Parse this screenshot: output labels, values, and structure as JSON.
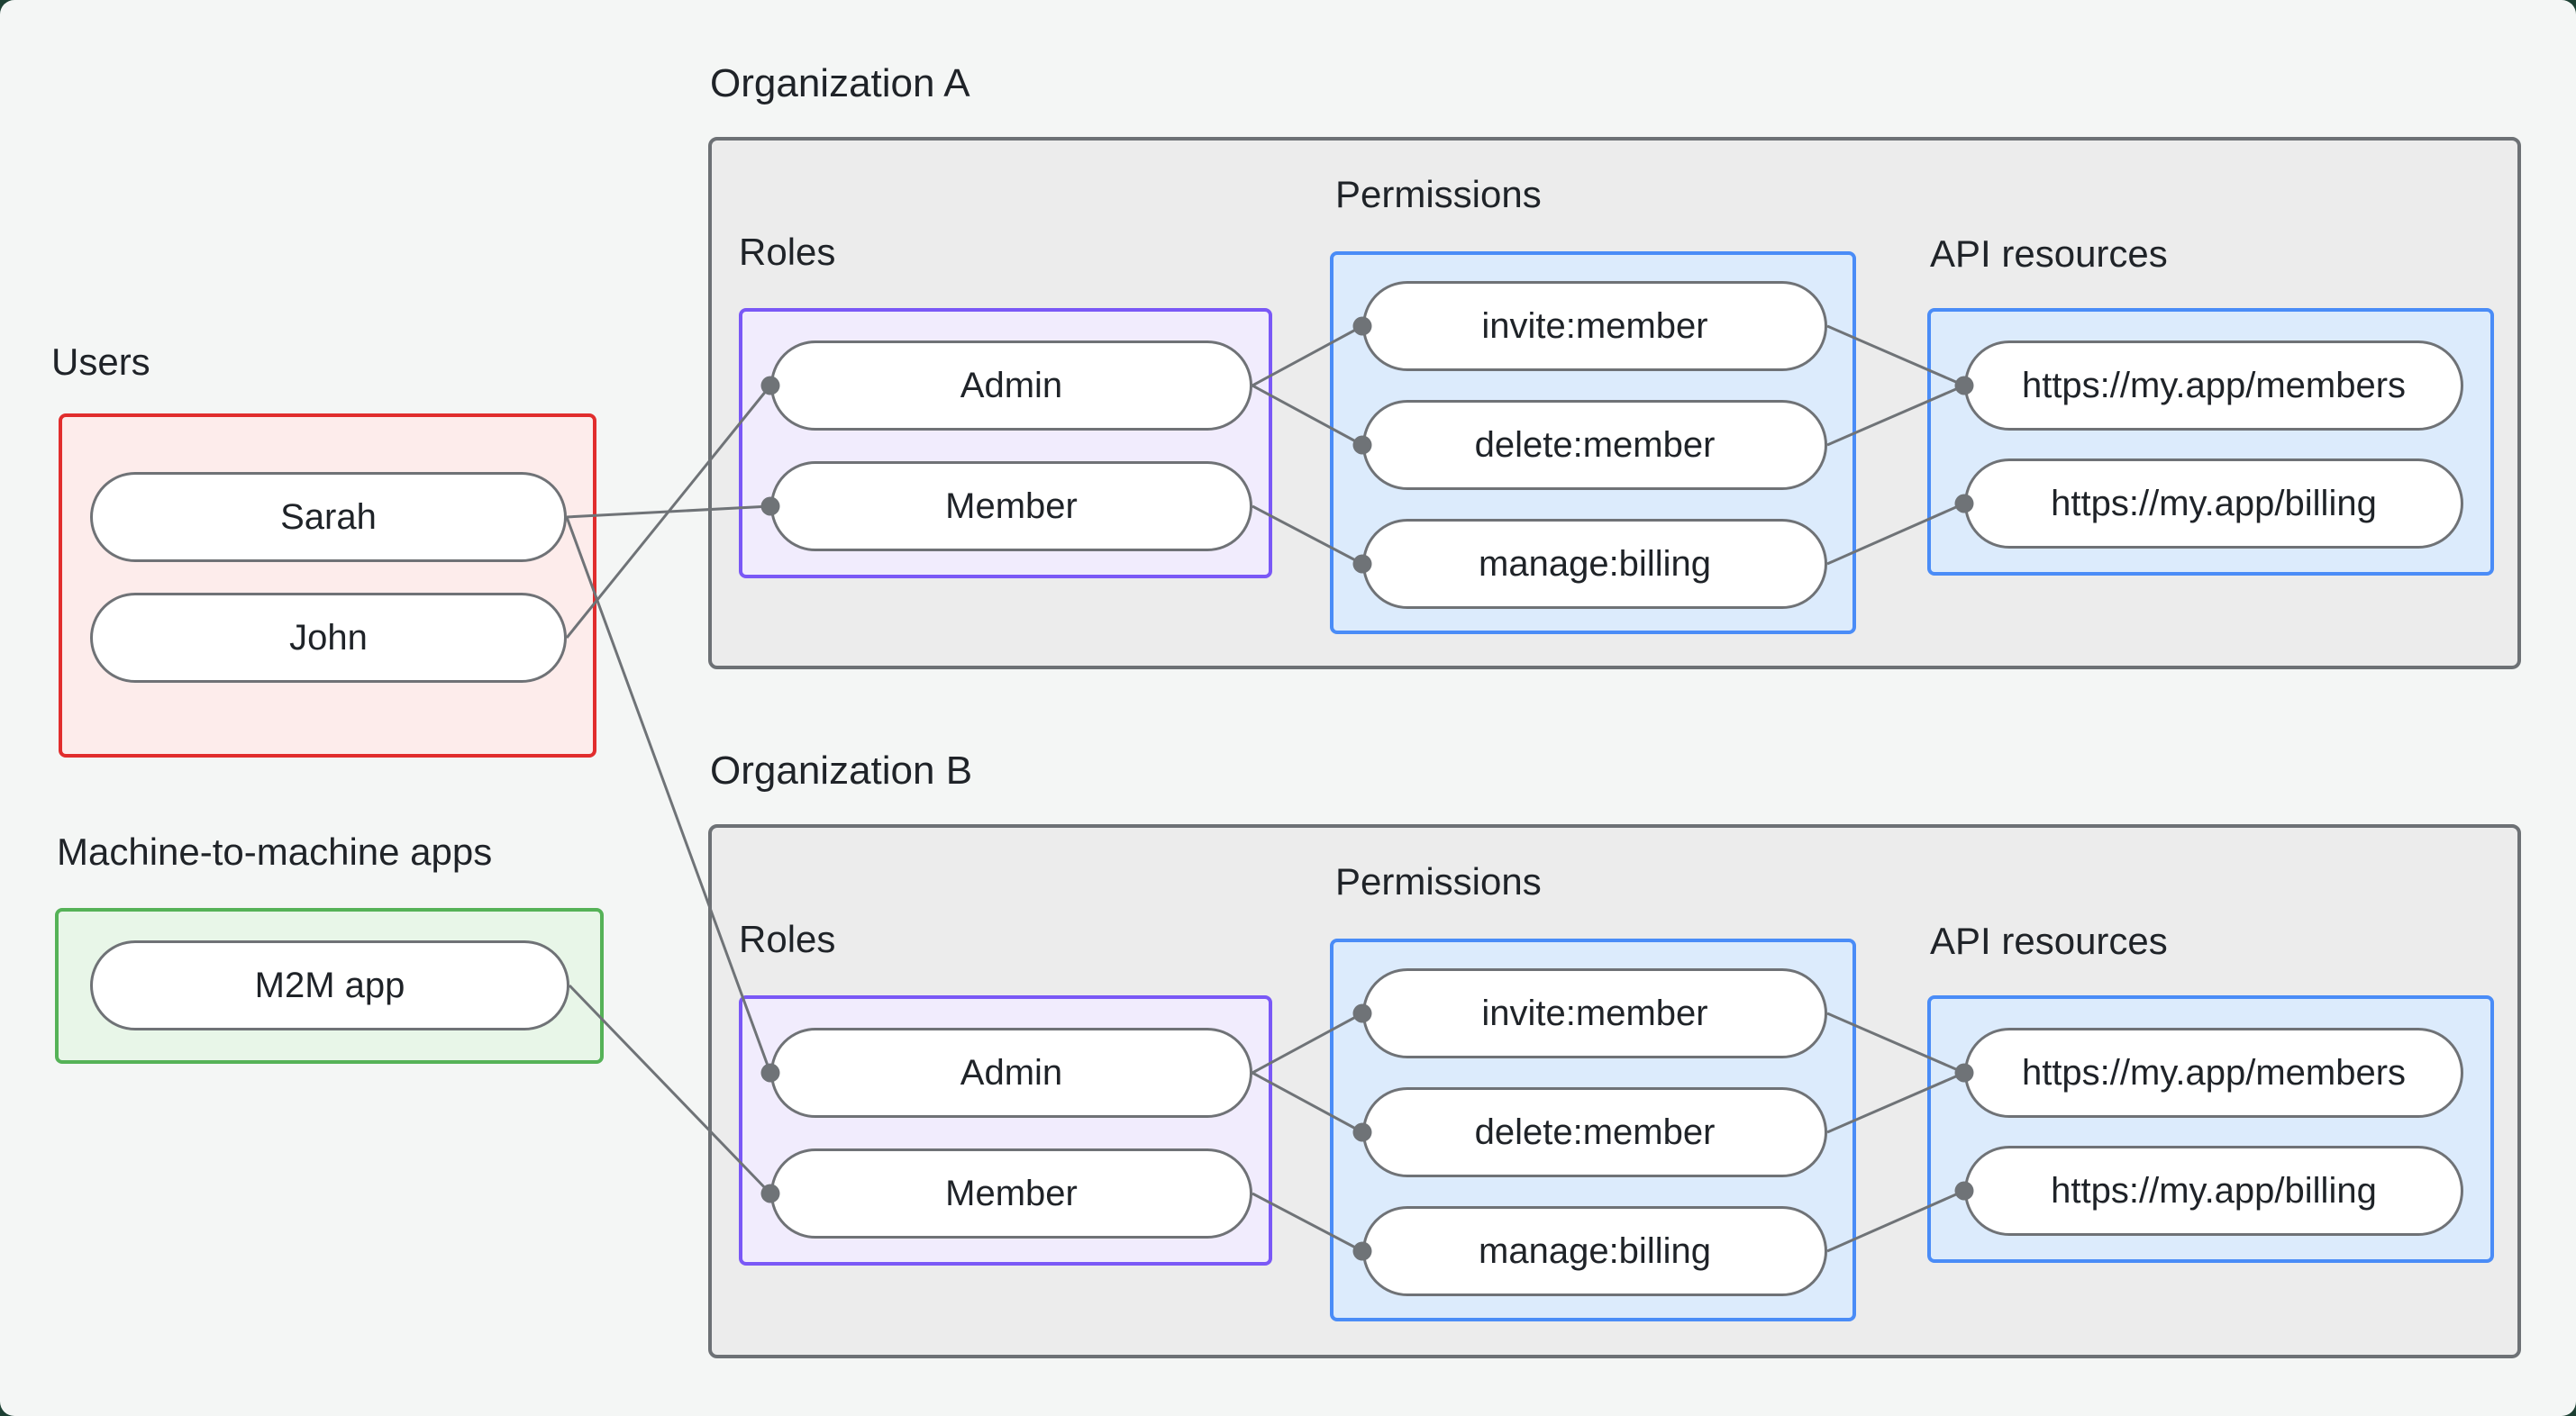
{
  "users": {
    "label": "Users",
    "items": [
      "Sarah",
      "John"
    ]
  },
  "m2m": {
    "label": "Machine-to-machine apps",
    "items": [
      "M2M app"
    ]
  },
  "orgA": {
    "title": "Organization A",
    "roles": {
      "label": "Roles",
      "items": [
        "Admin",
        "Member"
      ]
    },
    "permissions": {
      "label": "Permissions",
      "items": [
        "invite:member",
        "delete:member",
        "manage:billing"
      ]
    },
    "api": {
      "label": "API resources",
      "items": [
        "https://my.app/members",
        "https://my.app/billing"
      ]
    }
  },
  "orgB": {
    "title": "Organization B",
    "roles": {
      "label": "Roles",
      "items": [
        "Admin",
        "Member"
      ]
    },
    "permissions": {
      "label": "Permissions",
      "items": [
        "invite:member",
        "delete:member",
        "manage:billing"
      ]
    },
    "api": {
      "label": "API resources",
      "items": [
        "https://my.app/members",
        "https://my.app/billing"
      ]
    }
  },
  "edges": [
    {
      "from": "node-sarah",
      "to": "node-a-member"
    },
    {
      "from": "node-john",
      "to": "node-a-admin"
    },
    {
      "from": "node-sarah",
      "to": "node-b-admin"
    },
    {
      "from": "node-m2m",
      "to": "node-b-member"
    },
    {
      "from": "node-a-admin",
      "to": "node-a-invite"
    },
    {
      "from": "node-a-admin",
      "to": "node-a-delete"
    },
    {
      "from": "node-a-member",
      "to": "node-a-manage"
    },
    {
      "from": "node-a-invite",
      "to": "node-a-members"
    },
    {
      "from": "node-a-delete",
      "to": "node-a-members"
    },
    {
      "from": "node-a-manage",
      "to": "node-a-billing"
    },
    {
      "from": "node-b-admin",
      "to": "node-b-invite"
    },
    {
      "from": "node-b-admin",
      "to": "node-b-delete"
    },
    {
      "from": "node-b-member",
      "to": "node-b-manage"
    },
    {
      "from": "node-b-invite",
      "to": "node-b-members"
    },
    {
      "from": "node-b-delete",
      "to": "node-b-members"
    },
    {
      "from": "node-b-manage",
      "to": "node-b-billing"
    }
  ],
  "colors": {
    "page-bg": "#f4f6f5",
    "corner-bg": "#1d4033",
    "org-fill": "#ececec",
    "org-border": "#6d7175",
    "red-border": "#e12d2d",
    "red-fill": "#fdeceb",
    "green-border": "#55b257",
    "green-fill": "#e8f6e8",
    "purple-border": "#7a58f6",
    "purple-fill": "#f1ecfd",
    "blue-border": "#4a8cf7",
    "blue-fill": "#dcebfc",
    "pill-border": "#6f7276",
    "line": "#6f7377",
    "text": "#1f2328"
  }
}
